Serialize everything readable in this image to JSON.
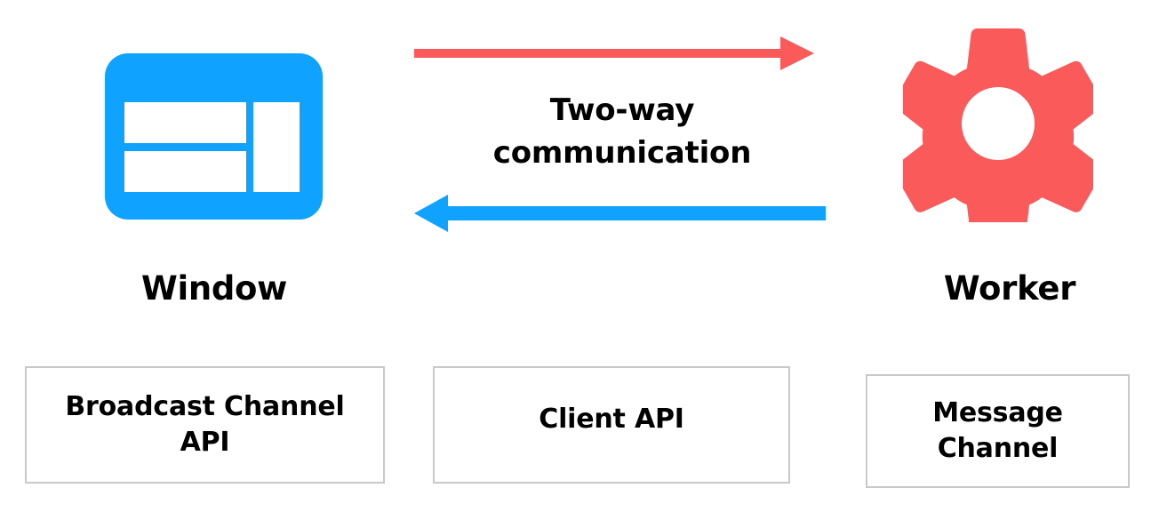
{
  "diagram": {
    "title": "Two-way communication between Window and Worker",
    "background_color": "#ffffff",
    "nodes": [
      {
        "id": "window",
        "label": "Window",
        "icon": "window-icon",
        "color": "#0FA2FF"
      },
      {
        "id": "worker",
        "label": "Worker",
        "icon": "gear-icon",
        "color": "#FA5A5A"
      }
    ],
    "connector": {
      "caption": "Two-way\ncommunication",
      "caption_line_1": "Two-way",
      "caption_line_2": "communication",
      "arrows": [
        {
          "id": "window-to-worker",
          "direction": "right",
          "color": "#FA5A5A",
          "icon": "arrow-right-icon"
        },
        {
          "id": "worker-to-window",
          "direction": "left",
          "color": "#0FA2FF",
          "icon": "arrow-left-icon"
        }
      ]
    },
    "api_boxes": [
      {
        "id": "broadcast-channel-api",
        "label": "Broadcast Channel\nAPI",
        "border_color": "#c9c9c9"
      },
      {
        "id": "client-api",
        "label": "Client API",
        "border_color": "#c9c9c9"
      },
      {
        "id": "message-channel",
        "label": "Message\nChannel",
        "border_color": "#c9c9c9"
      }
    ]
  }
}
